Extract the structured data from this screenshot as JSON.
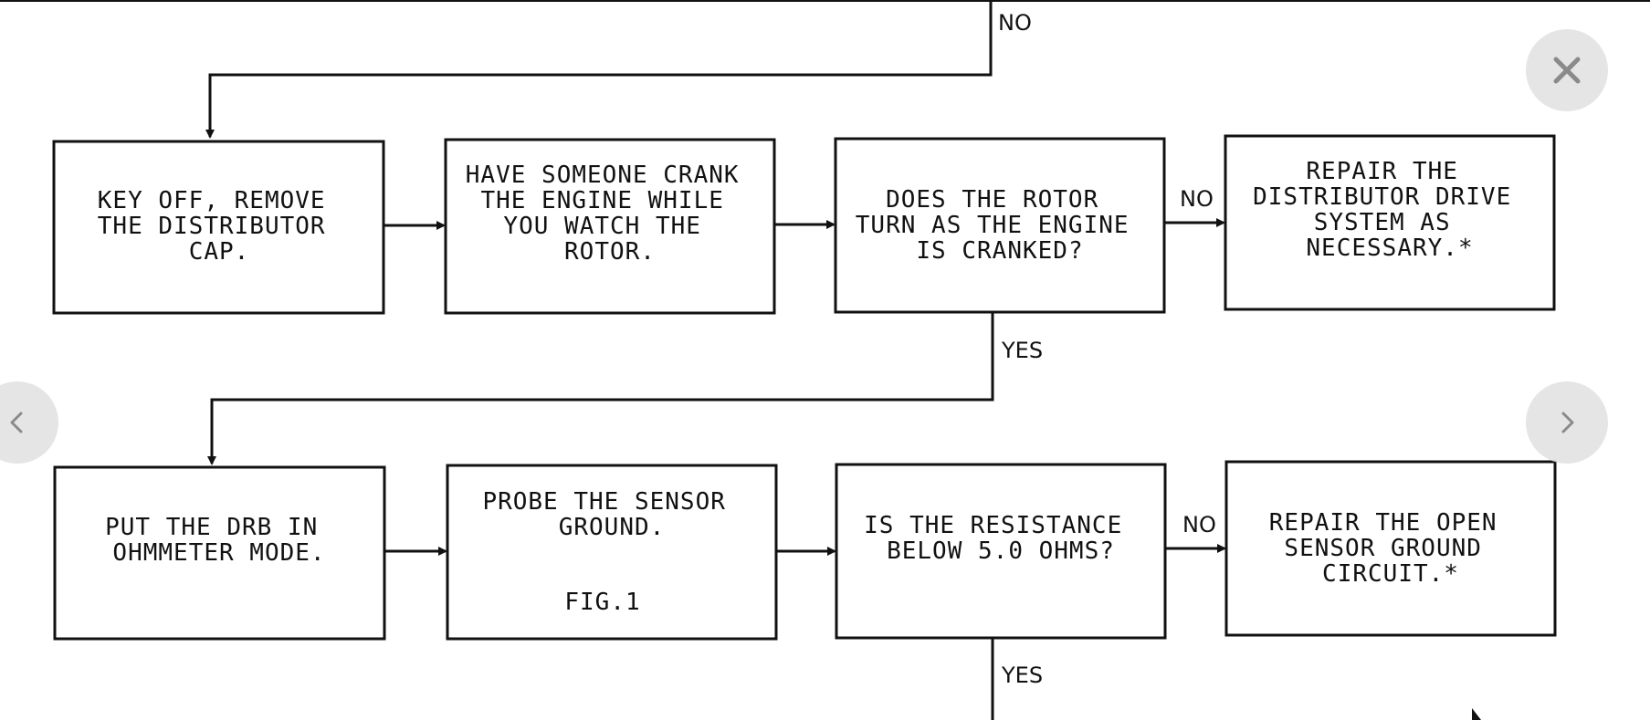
{
  "flowchart": {
    "row1": {
      "step1": [
        "KEY OFF, REMOVE",
        "THE DISTRIBUTOR",
        "CAP."
      ],
      "step2": [
        "HAVE SOMEONE CRANK",
        "THE ENGINE WHILE",
        "YOU WATCH THE",
        "ROTOR."
      ],
      "question": [
        "DOES THE ROTOR",
        "TURN AS THE ENGINE",
        "IS CRANKED?"
      ],
      "no_result": [
        "REPAIR THE",
        "DISTRIBUTOR DRIVE",
        "SYSTEM AS",
        "NECESSARY.*"
      ]
    },
    "row2": {
      "step1": [
        "PUT THE DRB IN",
        "OHMMETER MODE."
      ],
      "step2": [
        "PROBE THE SENSOR",
        "GROUND."
      ],
      "step2_fig": "FIG.1",
      "question": [
        "IS THE RESISTANCE",
        "BELOW 5.0 OHMS?"
      ],
      "no_result": [
        "REPAIR THE OPEN",
        "SENSOR GROUND",
        "CIRCUIT.*"
      ]
    },
    "labels": {
      "top_no": "NO",
      "row1_no": "NO",
      "row1_yes": "YES",
      "row2_no": "NO",
      "row2_yes": "YES"
    }
  },
  "viewer": {
    "close_icon": "close-icon",
    "prev_icon": "chevron-left-icon",
    "next_icon": "chevron-right-icon"
  }
}
